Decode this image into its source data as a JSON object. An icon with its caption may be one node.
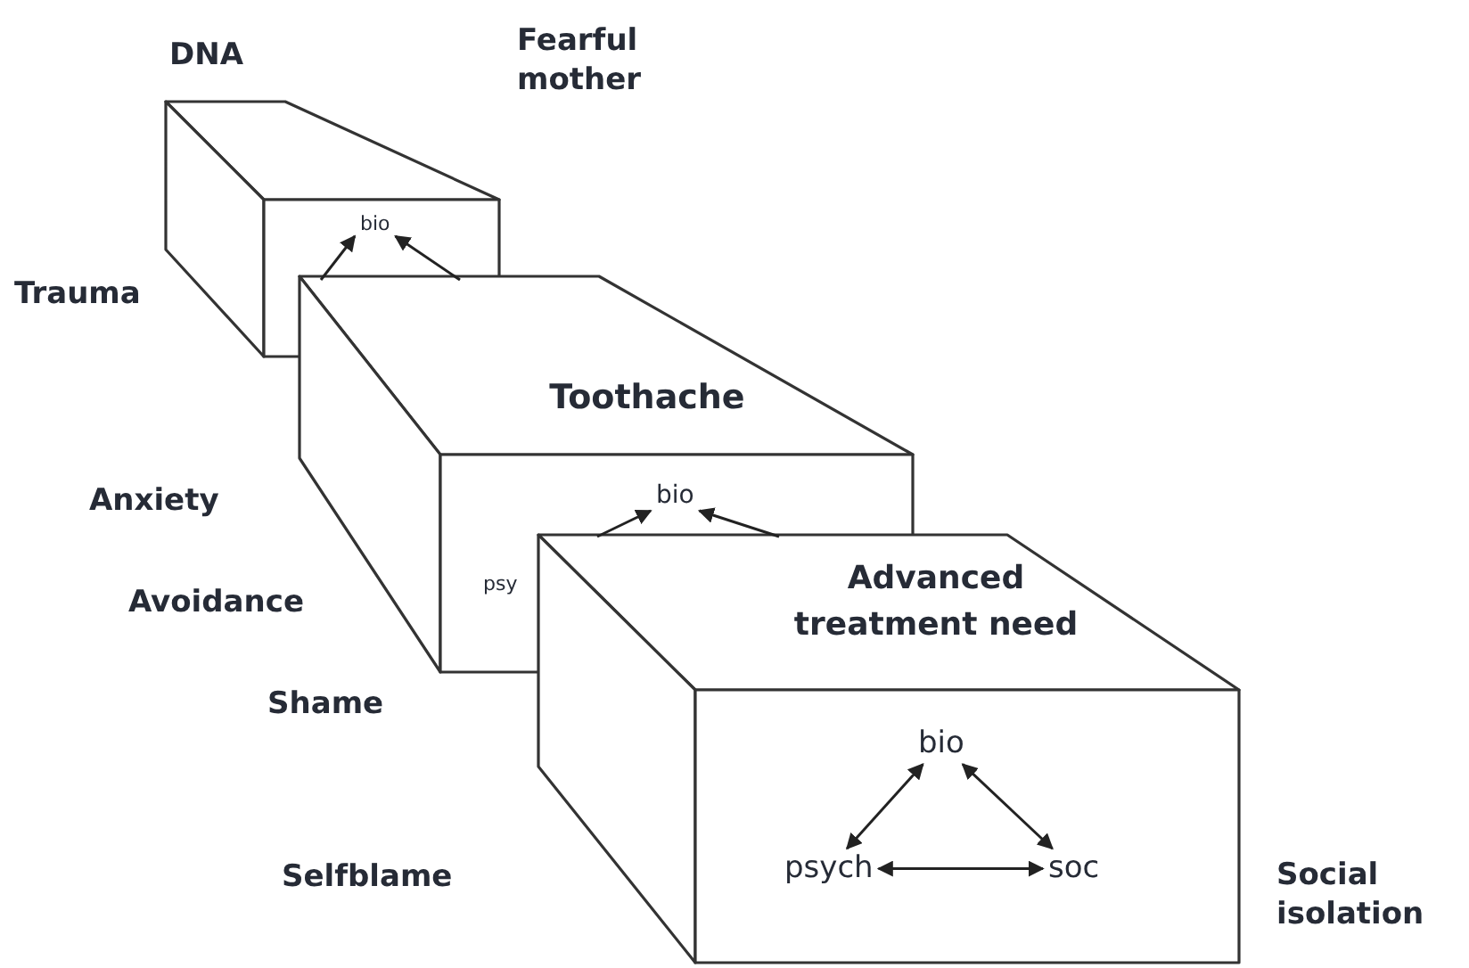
{
  "diagram": {
    "nodes": [
      {
        "text": [],
        "shape": "box"
      },
      {
        "text": [
          "bio"
        ],
        "in": 0
      },
      {
        "text": [
          "Toothache"
        ]
      },
      {
        "text": [
          "bio"
        ],
        "in": 2
      },
      {
        "text": [
          "psy"
        ],
        "in": 2
      },
      {
        "text": [
          "Advanced treatment need"
        ]
      },
      {
        "text": [
          "bio"
        ],
        "in": 5
      },
      {
        "text": [
          "psych"
        ],
        "in": 5
      },
      {
        "text": [
          "soc"
        ],
        "in": 5
      }
    ],
    "edges": [
      {
        "from": 2,
        "to": 1,
        "arrow": "to"
      },
      {
        "from": 2,
        "to": 1,
        "arrow": "to"
      },
      {
        "from": 5,
        "to": 3,
        "arrow": "to"
      },
      {
        "from": 5,
        "to": 3,
        "arrow": "to"
      },
      {
        "from": 6,
        "to": 7,
        "arrow": "both"
      },
      {
        "from": 6,
        "to": 8,
        "arrow": "both"
      },
      {
        "from": 7,
        "to": 8,
        "arrow": "both"
      }
    ],
    "labels": [
      "DNA",
      "Fearful mother",
      "Trauma",
      "Anxiety",
      "Avoidance",
      "Shame",
      "Selfblame",
      "Social isolation"
    ]
  }
}
